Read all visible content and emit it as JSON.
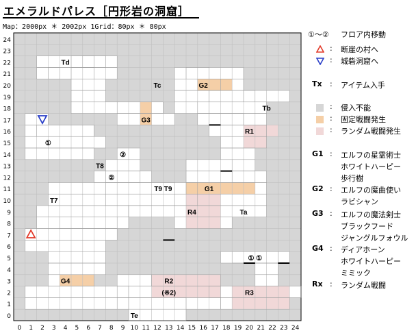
{
  "title": "エメラルドパレス［円形岩の洞窟］",
  "map_info": "Map：2000px ＊ 2002px  1Grid：80px ＊ 80px",
  "axis": {
    "x_labels": [
      "0",
      "1",
      "2",
      "3",
      "4",
      "5",
      "6",
      "7",
      "8",
      "9",
      "10",
      "11",
      "12",
      "13",
      "14",
      "15",
      "16",
      "17",
      "18",
      "19",
      "20",
      "21",
      "22",
      "23",
      "24"
    ],
    "y_labels": [
      "0",
      "1",
      "2",
      "3",
      "4",
      "5",
      "6",
      "7",
      "8",
      "9",
      "10",
      "11",
      "12",
      "13",
      "14",
      "15",
      "16",
      "17",
      "18",
      "19",
      "20",
      "21",
      "22",
      "23",
      "24"
    ]
  },
  "colors": {
    "blocked": "#d6d6d6",
    "fixed_battle": "#f5cfa7",
    "random_battle": "#f1d8d8",
    "floor": "#ffffff",
    "grid": "#bfbfbf",
    "exit_red": "#e23a2a",
    "exit_blue": "#2a3fc8"
  },
  "labels": [
    {
      "text": "Td"
    },
    {
      "text": "Tc"
    },
    {
      "text": "G2"
    },
    {
      "text": "Tb"
    },
    {
      "text": "G3"
    },
    {
      "text": "R1"
    },
    {
      "text": "①"
    },
    {
      "text": "②"
    },
    {
      "text": "T8"
    },
    {
      "text": "②"
    },
    {
      "text": "T9 T9"
    },
    {
      "text": "G1"
    },
    {
      "text": "T7"
    },
    {
      "text": "R4"
    },
    {
      "text": "Ta"
    },
    {
      "text": "① ①"
    },
    {
      "text": "G4"
    },
    {
      "text": "R2"
    },
    {
      "text": "(※2)"
    },
    {
      "text": "R3"
    },
    {
      "text": "Te"
    }
  ],
  "legend": {
    "move_key": "①～②",
    "move_text": "フロア内移動",
    "cliff_village": "断崖の村へ",
    "castle_cave": "城砦洞窟へ",
    "tx_key": "Tx",
    "tx_text": "アイテム入手",
    "impassable": "侵入不能",
    "fixed_battle": "固定戦闘発生",
    "random_battle": "ランダム戦闘発生",
    "g1_key": "G1",
    "g1_lines": [
      "エルフの星霊術士",
      "ホワイトハーピー",
      "歩行樹"
    ],
    "g2_key": "G2",
    "g2_lines": [
      "エルフの魔曲使い",
      "ラビシャン"
    ],
    "g3_key": "G3",
    "g3_lines": [
      "エルフの魔法剣士",
      "ブラックフード",
      "ジャングルフォウル"
    ],
    "g4_key": "G4",
    "g4_lines": [
      "ディアホーン",
      "ホワイトハーピー",
      "ミミック"
    ],
    "rx_key": "Rx",
    "rx_text": "ランダム戦闘"
  }
}
